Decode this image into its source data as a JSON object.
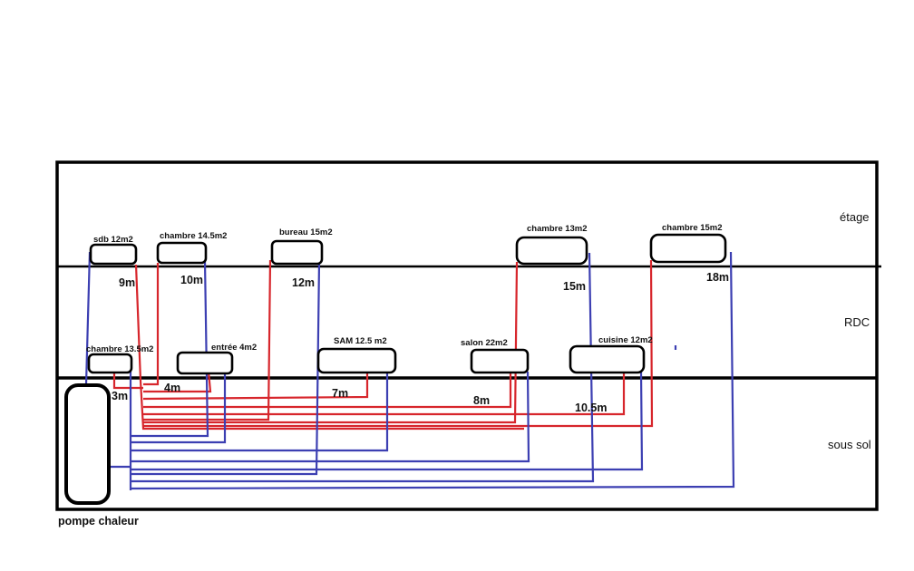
{
  "floors": {
    "etage": "étage",
    "rdc": "RDC",
    "sous_sol": "sous sol"
  },
  "pump": {
    "label": "pompe chaleur"
  },
  "rooms": {
    "sdb": "sdb 12m2",
    "chambre_145": "chambre 14.5m2",
    "bureau": "bureau 15m2",
    "chambre_13": "chambre 13m2",
    "chambre_15": "chambre 15m2",
    "chambre_135": "chambre 13.5m2",
    "entree": "entrée 4m2",
    "sam": "SAM 12.5 m2",
    "salon": "salon 22m2",
    "cuisine": "cuisine 12m2"
  },
  "lengths": {
    "sdb": "9m",
    "chambre_145": "10m",
    "bureau": "12m",
    "chambre_13": "15m",
    "chambre_15": "18m",
    "chambre_135": "3m",
    "entree": "4m",
    "sam": "7m",
    "salon": "8m",
    "cuisine": "10.5m"
  },
  "colors": {
    "supply": "#d7262c",
    "return": "#3c3fb2",
    "outline": "#000000"
  }
}
